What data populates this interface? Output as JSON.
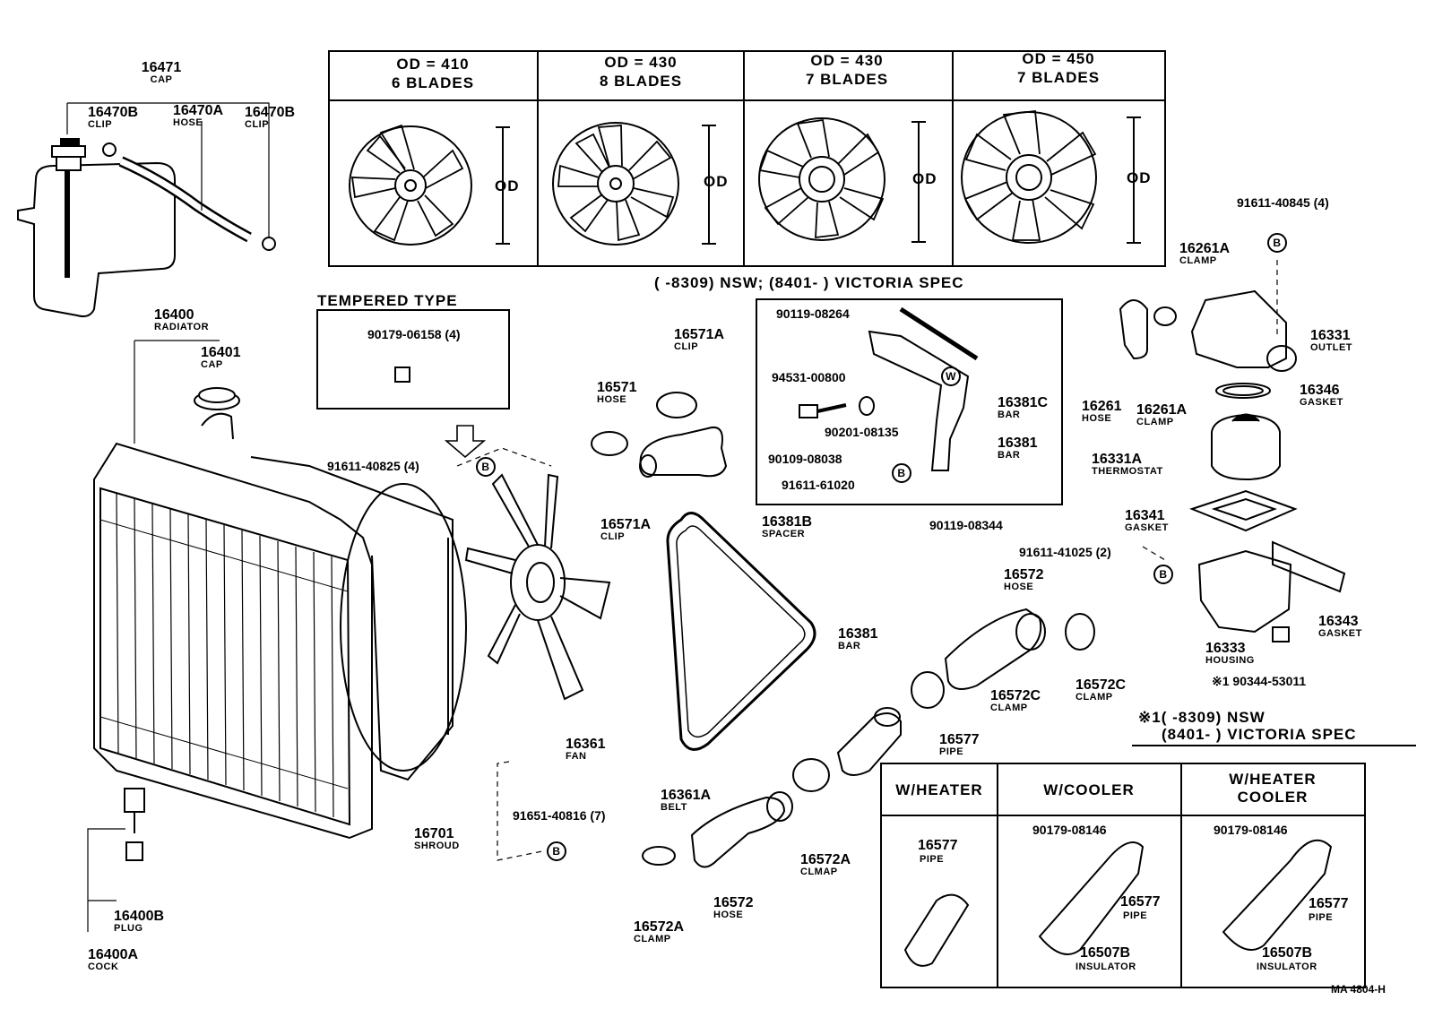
{
  "fan_options": [
    {
      "od": "OD = 410",
      "blades": "6 BLADES",
      "dim": "OD"
    },
    {
      "od": "OD = 430",
      "blades": "8 BLADES",
      "dim": "OD"
    },
    {
      "od": "OD = 430",
      "blades": "7 BLADES",
      "dim": "OD"
    },
    {
      "od": "OD = 450",
      "blades": "7 BLADES",
      "dim": "OD"
    }
  ],
  "tempered": {
    "title": "TEMPERED TYPE",
    "part": "90179-06158 (4)"
  },
  "spec_title": "(        -8309) NSW; (8401-        ) VICTORIA SPEC",
  "note": {
    "line1": "※1(        -8309) NSW",
    "line2": "(8401-        ) VICTORIA SPEC"
  },
  "bolt_ref": "B",
  "washer_ref": "W",
  "options_table": {
    "headers": [
      "W/HEATER",
      "W/COOLER",
      "W/HEATER\nCOOLER"
    ],
    "cells": [
      {
        "part": "16577",
        "name": "PIPE"
      },
      {
        "nut": "90179-08146",
        "part": "16577",
        "name": "PIPE",
        "ins": "16507B",
        "ins_name": "INSULATOR"
      },
      {
        "nut": "90179-08146",
        "part": "16577",
        "name": "PIPE",
        "ins": "16507B",
        "ins_name": "INSULATOR"
      }
    ]
  },
  "code": "MA  4804-H",
  "parts": [
    {
      "id": "p16471",
      "num": "16471",
      "name": "CAP"
    },
    {
      "id": "p16470b1",
      "num": "16470B",
      "name": "CLIP"
    },
    {
      "id": "p16470a",
      "num": "16470A",
      "name": "HOSE"
    },
    {
      "id": "p16470b2",
      "num": "16470B",
      "name": "CLIP"
    },
    {
      "id": "p16400",
      "num": "16400",
      "name": "RADIATOR"
    },
    {
      "id": "p16401",
      "num": "16401",
      "name": "CAP"
    },
    {
      "id": "p91611_40825",
      "num": "91611-40825 (4)",
      "name": ""
    },
    {
      "id": "p16571a1",
      "num": "16571A",
      "name": "CLIP"
    },
    {
      "id": "p16571",
      "num": "16571",
      "name": "HOSE"
    },
    {
      "id": "p16571a2",
      "num": "16571A",
      "name": "CLIP"
    },
    {
      "id": "p90119_08264",
      "num": "90119-08264",
      "name": ""
    },
    {
      "id": "p94531_00800",
      "num": "94531-00800",
      "name": ""
    },
    {
      "id": "p90201_08135",
      "num": "90201-08135",
      "name": ""
    },
    {
      "id": "p90109_08038",
      "num": "90109-08038",
      "name": ""
    },
    {
      "id": "p91611_61020",
      "num": "91611-61020",
      "name": ""
    },
    {
      "id": "p16381c",
      "num": "16381C",
      "name": "BAR"
    },
    {
      "id": "p16381_top",
      "num": "16381",
      "name": "BAR"
    },
    {
      "id": "p91611_40845",
      "num": "91611-40845 (4)",
      "name": ""
    },
    {
      "id": "p16261a1",
      "num": "16261A",
      "name": "CLAMP"
    },
    {
      "id": "p16331",
      "num": "16331",
      "name": "OUTLET"
    },
    {
      "id": "p16261",
      "num": "16261",
      "name": "HOSE"
    },
    {
      "id": "p16261a2",
      "num": "16261A",
      "name": "CLAMP"
    },
    {
      "id": "p16346",
      "num": "16346",
      "name": "GASKET"
    },
    {
      "id": "p16331a",
      "num": "16331A",
      "name": "THERMOSTAT"
    },
    {
      "id": "p16341",
      "num": "16341",
      "name": "GASKET"
    },
    {
      "id": "p91611_41025",
      "num": "91611-41025 (2)",
      "name": ""
    },
    {
      "id": "p16343",
      "num": "16343",
      "name": "GASKET"
    },
    {
      "id": "p16333",
      "num": "16333",
      "name": "HOUSING"
    },
    {
      "id": "p90344",
      "num": "※1 90344-53011",
      "name": ""
    },
    {
      "id": "p16381b",
      "num": "16381B",
      "name": "SPACER"
    },
    {
      "id": "p16381",
      "num": "16381",
      "name": "BAR"
    },
    {
      "id": "p90119_08344",
      "num": "90119-08344",
      "name": ""
    },
    {
      "id": "p16572_top",
      "num": "16572",
      "name": "HOSE"
    },
    {
      "id": "p16572c1",
      "num": "16572C",
      "name": "CLAMP"
    },
    {
      "id": "p16572c2",
      "num": "16572C",
      "name": "CLAMP"
    },
    {
      "id": "p16577",
      "num": "16577",
      "name": "PIPE"
    },
    {
      "id": "p16361",
      "num": "16361",
      "name": "FAN"
    },
    {
      "id": "p16361a",
      "num": "16361A",
      "name": "BELT"
    },
    {
      "id": "p16701",
      "num": "16701",
      "name": "SHROUD"
    },
    {
      "id": "p91651",
      "num": "91651-40816 (7)",
      "name": ""
    },
    {
      "id": "p16572a1",
      "num": "16572A",
      "name": "CLMAP"
    },
    {
      "id": "p16572_bot",
      "num": "16572",
      "name": "HOSE"
    },
    {
      "id": "p16572a2",
      "num": "16572A",
      "name": "CLAMP"
    },
    {
      "id": "p16400b",
      "num": "16400B",
      "name": "PLUG"
    },
    {
      "id": "p16400a",
      "num": "16400A",
      "name": "COCK"
    }
  ]
}
